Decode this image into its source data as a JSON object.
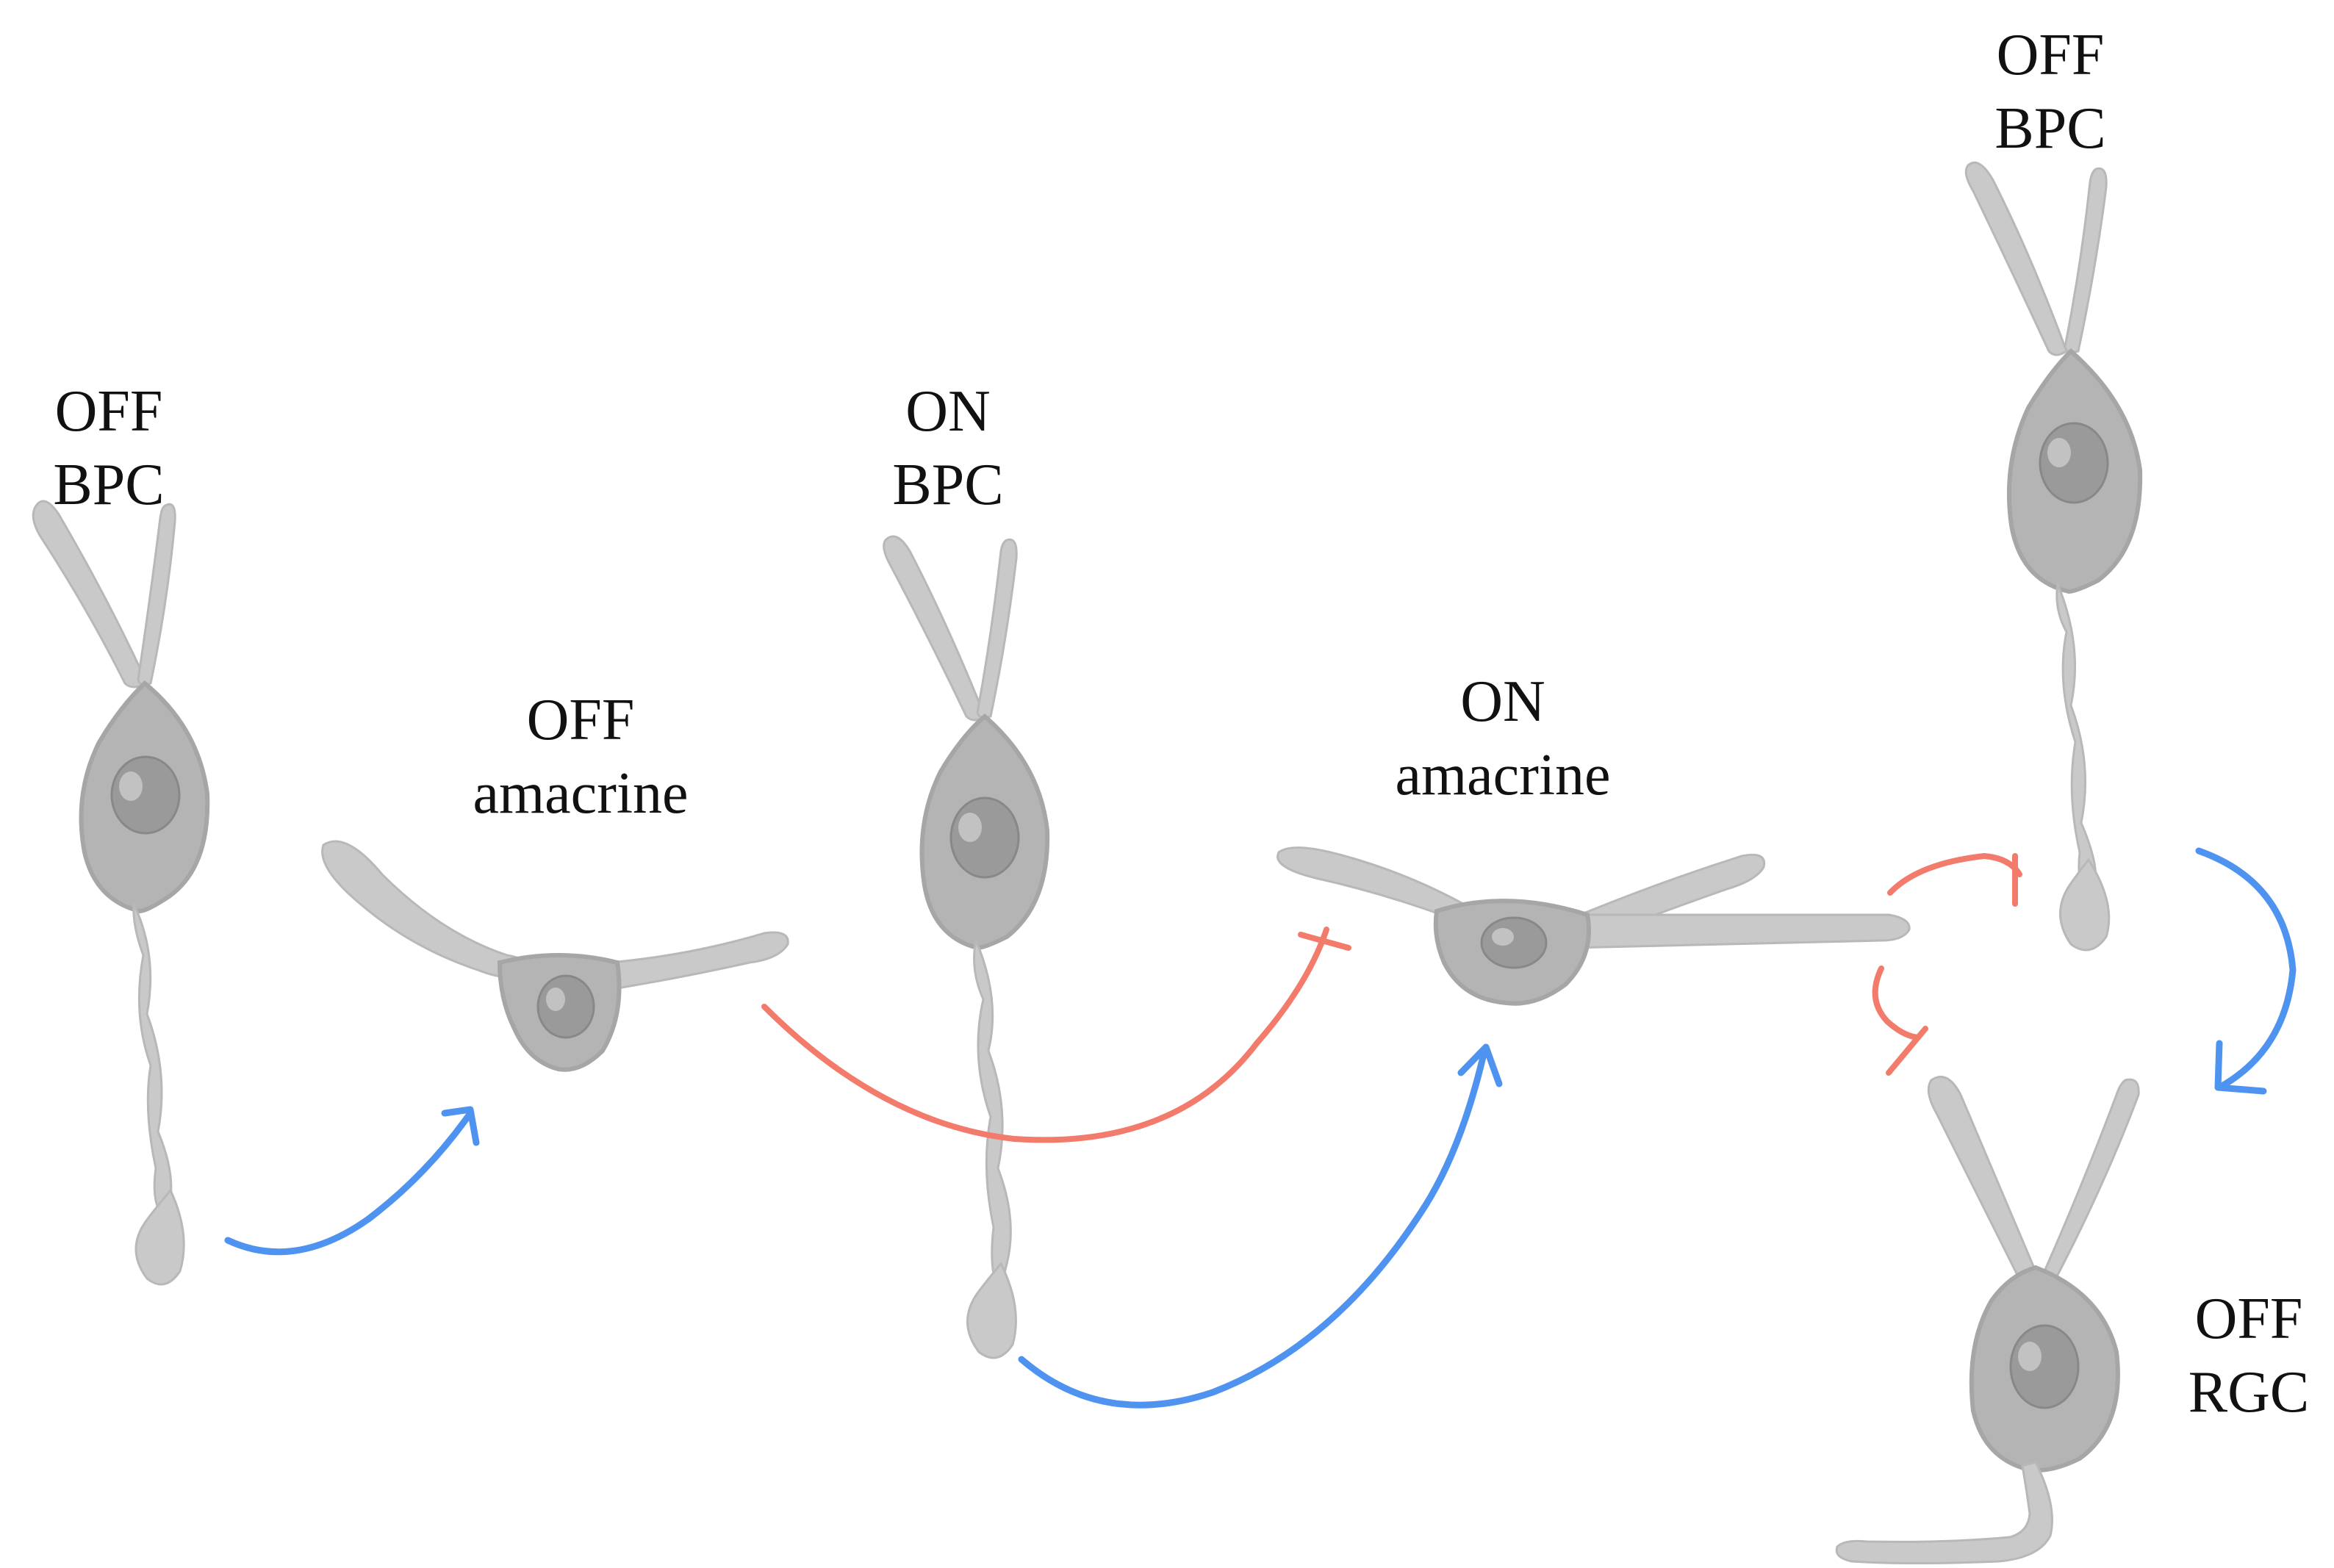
{
  "colors": {
    "excitatory": "#4f93f0",
    "inhibitory": "#f27b6b",
    "cell_fill": "#c9c9c9",
    "cell_soma": "#b4b4b4",
    "cell_nucleus": "#9a9a9a",
    "cell_highlight": "#e4e4e4"
  },
  "labels": {
    "off_bpc_left": {
      "line1": "OFF",
      "line2": "BPC"
    },
    "off_amacrine": {
      "line1": "OFF",
      "line2": "amacrine"
    },
    "on_bpc": {
      "line1": "ON",
      "line2": "BPC"
    },
    "on_amacrine": {
      "line1": "ON",
      "line2": "amacrine"
    },
    "off_bpc_right": {
      "line1": "OFF",
      "line2": "BPC"
    },
    "off_rgc": {
      "line1": "OFF",
      "line2": "RGC"
    }
  },
  "cells": [
    {
      "id": "off-bpc-left",
      "type": "bipolar"
    },
    {
      "id": "off-amacrine",
      "type": "amacrine"
    },
    {
      "id": "on-bpc",
      "type": "bipolar"
    },
    {
      "id": "on-amacrine",
      "type": "amacrine"
    },
    {
      "id": "off-bpc-right",
      "type": "bipolar"
    },
    {
      "id": "off-rgc",
      "type": "ganglion"
    }
  ],
  "connections": [
    {
      "from": "OFF BPC",
      "to": "OFF amacrine",
      "sign": "excitatory"
    },
    {
      "from": "OFF amacrine",
      "to": "ON amacrine",
      "sign": "inhibitory"
    },
    {
      "from": "ON BPC",
      "to": "ON amacrine",
      "sign": "excitatory"
    },
    {
      "from": "ON amacrine",
      "to": "OFF BPC",
      "sign": "inhibitory"
    },
    {
      "from": "ON amacrine",
      "to": "OFF RGC",
      "sign": "inhibitory"
    },
    {
      "from": "OFF BPC",
      "to": "OFF RGC",
      "sign": "excitatory"
    }
  ]
}
